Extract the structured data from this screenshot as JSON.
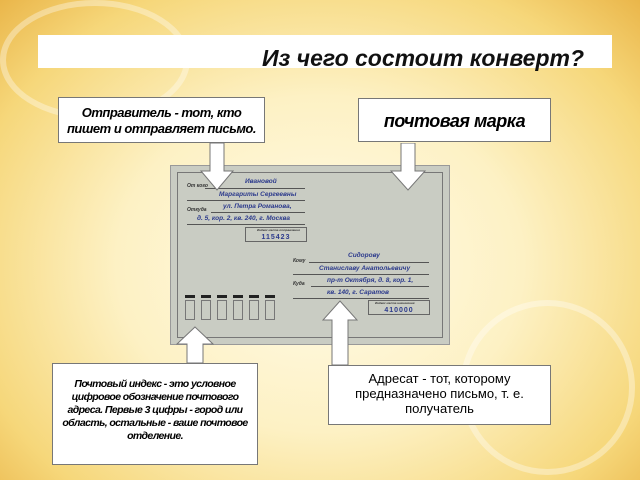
{
  "title": "Из чего состоит конверт?",
  "sender_box": "Отправитель - тот, кто пишет и отправляет письмо.",
  "stamp_box": "почтовая марка",
  "index_box": "Почтовый индекс - это условное цифровое обозначение почтового адреса. Первые 3 цифры - город или область, остальные - ваше почтовое отделение.",
  "recipient_box": "Адресат - тот, которому предназначено письмо, т. е. получатель",
  "envelope": {
    "from_label": "От кого",
    "from_line1": "Ивановой",
    "from_line2": "Маргариты Сергеевны",
    "from_addr_label": "Откуда",
    "from_addr1": "ул. Петра Романова,",
    "from_addr2": "д. 5, кор. 2, кв. 240, г. Москва",
    "from_index_label": "Индекс места отправления",
    "from_index": "115423",
    "to_label": "Кому",
    "to_line1": "Сидорову",
    "to_line2": "Станиславу Анатольевичу",
    "to_addr_label": "Куда",
    "to_addr1": "пр-т Октября, д. 8, кор. 1,",
    "to_addr2": "кв. 140, г. Саратов",
    "to_index_label": "Индекс места назначения",
    "to_index": "410000"
  }
}
